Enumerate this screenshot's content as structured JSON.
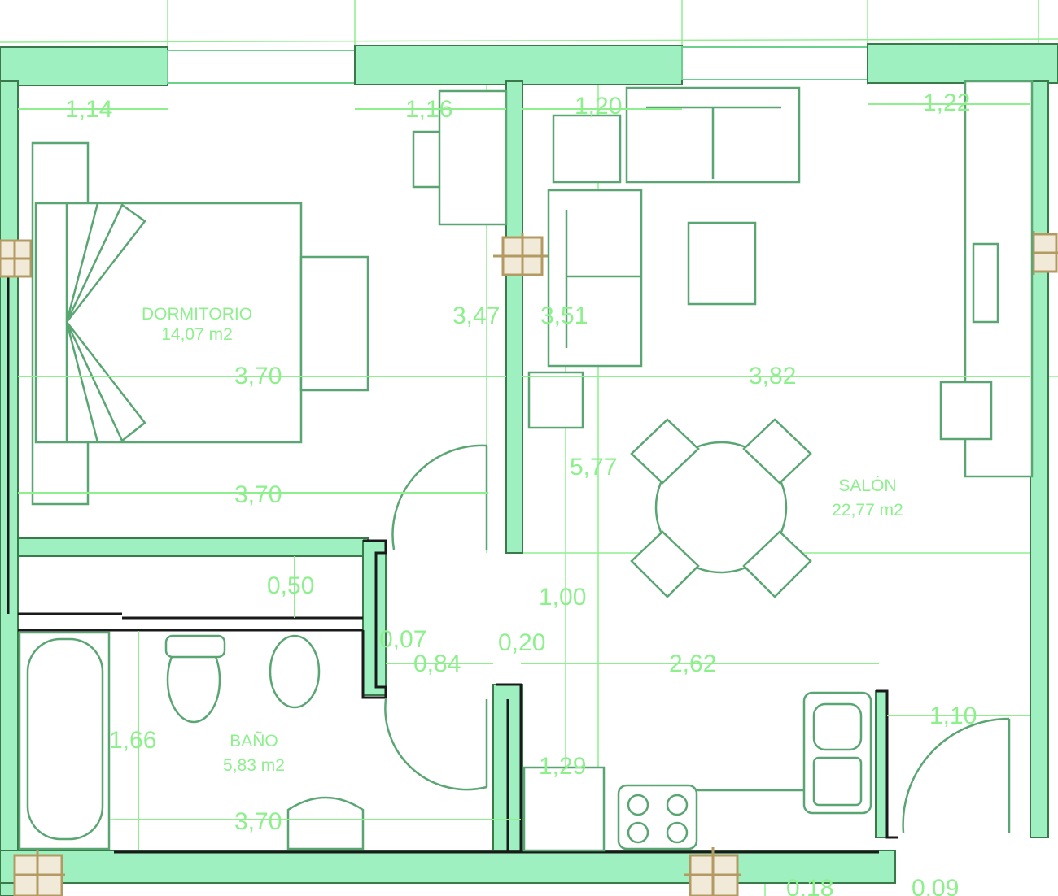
{
  "rooms": {
    "dormitorio": {
      "name": "DORMITORIO",
      "area": "14,07 m2"
    },
    "salon": {
      "name": "SALÓN",
      "area": "22,77 m2"
    },
    "bano": {
      "name": "BAÑO",
      "area": "5,83 m2"
    }
  },
  "dimensions": {
    "d_1_14": "1,14",
    "d_1_16": "1,16",
    "d_1_20": "1,20",
    "d_1_22": "1,22",
    "d_3_47": "3,47",
    "d_3_51": "3,51",
    "d_3_70_a": "3,70",
    "d_3_82": "3,82",
    "d_3_70_b": "3,70",
    "d_5_77": "5,77",
    "d_0_50": "0,50",
    "d_1_00": "1,00",
    "d_0_07": "0,07",
    "d_0_84": "0,84",
    "d_0_20": "0,20",
    "d_2_62": "2,62",
    "d_1_10": "1,10",
    "d_1_66": "1,66",
    "d_1_29": "1,29",
    "d_3_70_c": "3,70",
    "d_0_18": "0,18",
    "d_0_09": "0,09"
  },
  "colors": {
    "dimension_text": "#8df08d",
    "furniture": "#5aa673",
    "wall_fill": "#9ff0c0",
    "wall_outline": "#1a1a1a",
    "pillar": "#b39a62"
  }
}
